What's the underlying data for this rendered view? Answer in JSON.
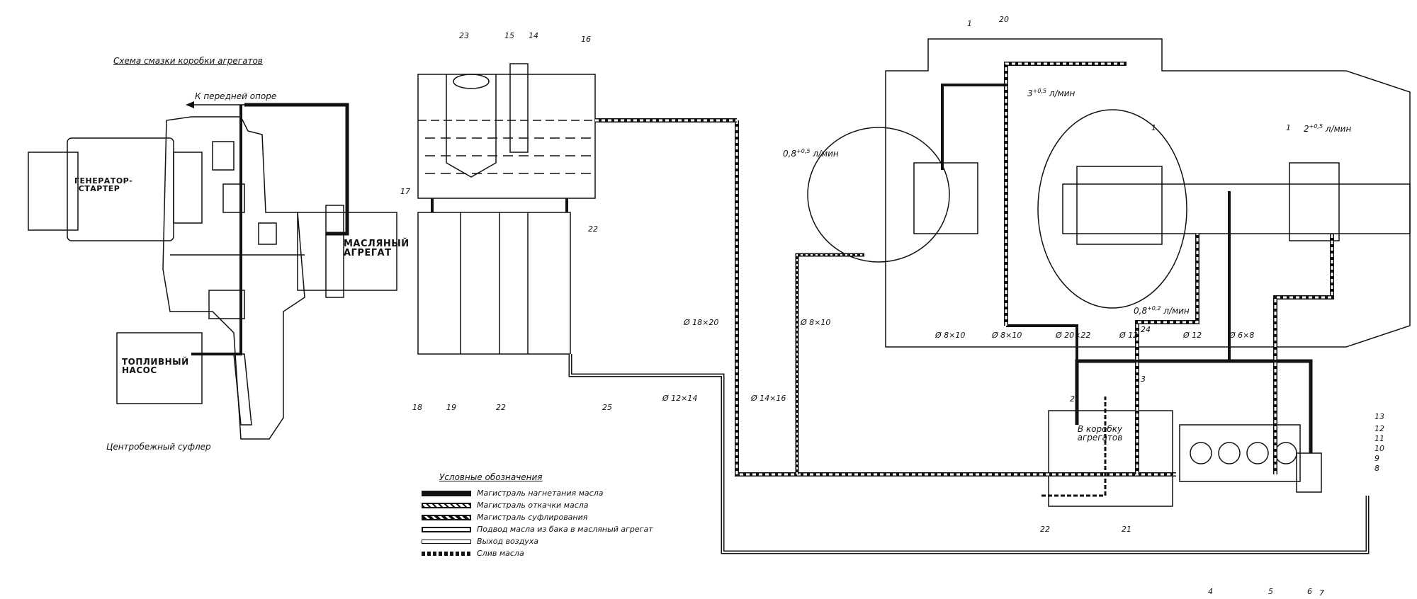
{
  "gearbox_scheme": {
    "title": "Схема смазки коробки агрегатов",
    "to_front_support": "К передней опоре",
    "generator_starter": "ГЕНЕРАТОР-СТАРТЕР",
    "oil_unit": "МАСЛЯНЫЙ АГРЕГАТ",
    "fuel_pump": "ТОПЛИВНЫЙ НАСОС",
    "centrifugal_breather": "Центробежный суфлер"
  },
  "legend": {
    "title": "Условные обозначения",
    "items": [
      {
        "key": "pressure",
        "label": "Магистраль нагнетания масла"
      },
      {
        "key": "scavenge",
        "label": "Магистраль откачки масла"
      },
      {
        "key": "breather",
        "label": "Магистраль суфлирования"
      },
      {
        "key": "supply",
        "label": "Подвод масла из бака в масляный агрегат"
      },
      {
        "key": "air",
        "label": "Выход воздуха"
      },
      {
        "key": "drain",
        "label": "Слив масла"
      }
    ]
  },
  "annotations": {
    "to_gearbox": "В коробку агрегатов",
    "flow_08": "0,8",
    "flow_08_sup": "+0,5",
    "flow_08_unit": "л/мин",
    "flow_3": "3",
    "flow_3_sup": "+0,5",
    "flow_3_unit": "л/мин",
    "flow_2": "2",
    "flow_2_sup": "+0,5",
    "flow_2_unit": "л/мин",
    "flow_08b": "0,8",
    "flow_08b_sup": "+0,2",
    "flow_08b_unit": "л/мин"
  },
  "dimensions": {
    "d18x20": "Ø 18×20",
    "d8x10a": "Ø 8×10",
    "d8x10b": "Ø 8×10",
    "d8x10c": "Ø 8×10",
    "d20x22": "Ø 20×22",
    "d12a": "Ø 12",
    "d12b": "Ø 12",
    "d6x8": "Ø 6×8",
    "d12x14": "Ø 12×14",
    "d14x16": "Ø 14×16"
  },
  "callouts": [
    "1",
    "20",
    "23",
    "15",
    "14",
    "16",
    "17",
    "18",
    "19",
    "22",
    "22",
    "25",
    "1",
    "1",
    "24",
    "2",
    "3",
    "21",
    "22",
    "4",
    "5",
    "6",
    "7",
    "8",
    "9",
    "10",
    "11",
    "12",
    "13"
  ],
  "colors": {
    "ink": "#111111",
    "paper": "#ffffff"
  }
}
